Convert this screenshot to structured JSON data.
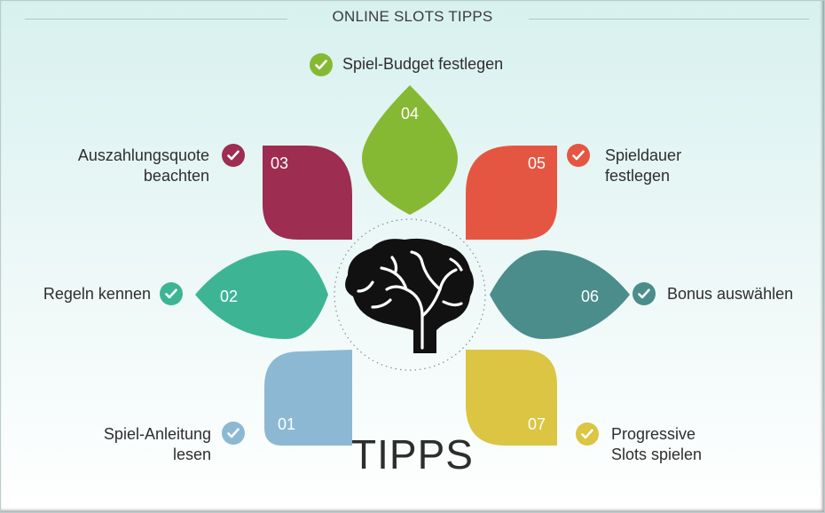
{
  "title": "ONLINE SLOTS TIPPS",
  "center_text": "TIPPS",
  "center_icon": "brain-icon",
  "tips": [
    {
      "num": "01",
      "label": "Spiel-Anleitung\nlesen",
      "color": "#8cb8d3"
    },
    {
      "num": "02",
      "label": "Regeln kennen",
      "color": "#3db595"
    },
    {
      "num": "03",
      "label": "Auszahlungsquote\nbeachten",
      "color": "#9d2d51"
    },
    {
      "num": "04",
      "label": "Spiel-Budget festlegen",
      "color": "#86b933"
    },
    {
      "num": "05",
      "label": "Spieldauer\nfestlegen",
      "color": "#e55642"
    },
    {
      "num": "06",
      "label": "Bonus auswählen",
      "color": "#4a8d8b"
    },
    {
      "num": "07",
      "label": "Progressive\nSlots spielen",
      "color": "#dbc542"
    }
  ],
  "check_icon": "checkmark-icon"
}
